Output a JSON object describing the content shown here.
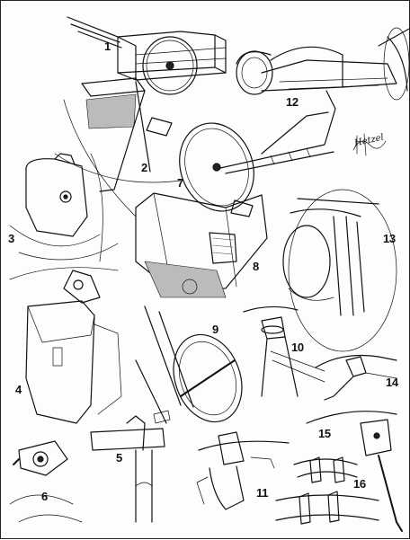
{
  "signature": "Hetzel",
  "figure_numbers": [
    "1",
    "2",
    "3",
    "4",
    "5",
    "6",
    "7",
    "8",
    "9",
    "10",
    "11",
    "12",
    "13",
    "14",
    "15",
    "16"
  ]
}
